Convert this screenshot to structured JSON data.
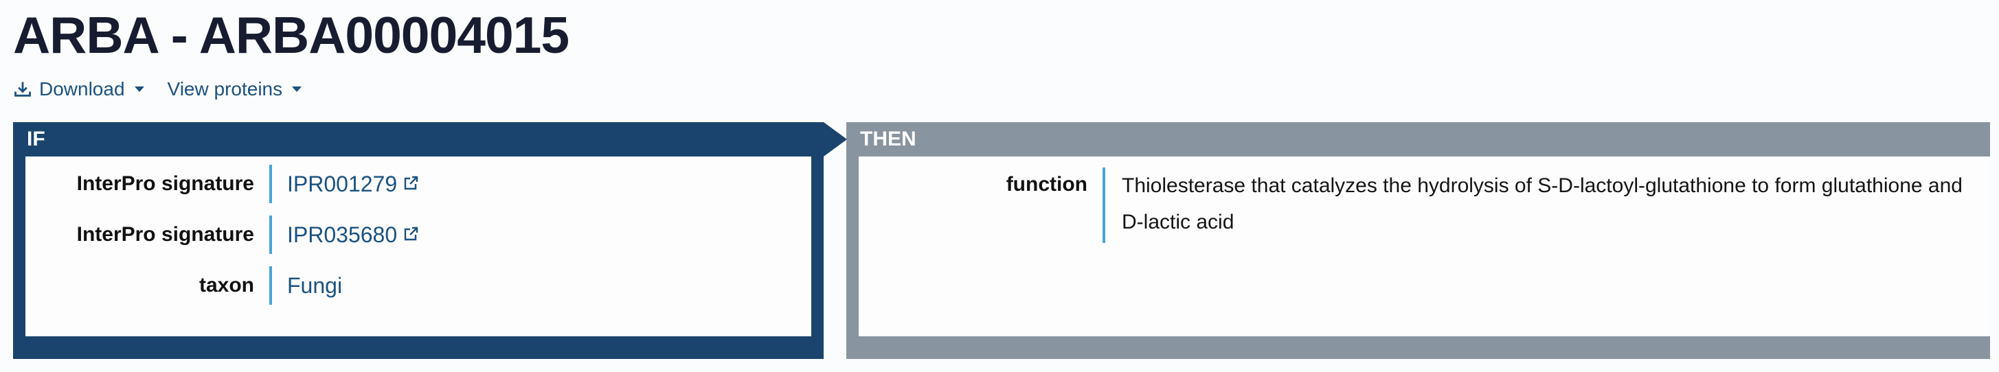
{
  "page": {
    "title": "ARBA - ARBA00004015"
  },
  "toolbar": {
    "download_label": "Download",
    "view_proteins_label": "View proteins"
  },
  "if_panel": {
    "label": "IF",
    "conditions": [
      {
        "label": "InterPro signature",
        "value": "IPR001279",
        "external": true
      },
      {
        "label": "InterPro signature",
        "value": "IPR035680",
        "external": true
      },
      {
        "label": "taxon",
        "value": "Fungi",
        "external": false
      }
    ]
  },
  "then_panel": {
    "label": "THEN",
    "annotations": [
      {
        "key": "function",
        "value": "Thiolesterase that catalyzes the hydrolysis of S-D-lactoyl-glutathione to form glutathione and D-lactic acid"
      }
    ]
  },
  "colors": {
    "if_blue": "#1a446d",
    "then_gray": "#8894a0",
    "link_blue": "#1b5280",
    "separator": "#4aa3d4"
  },
  "icons": [
    "download-icon",
    "caret-down-icon",
    "external-link-icon"
  ]
}
